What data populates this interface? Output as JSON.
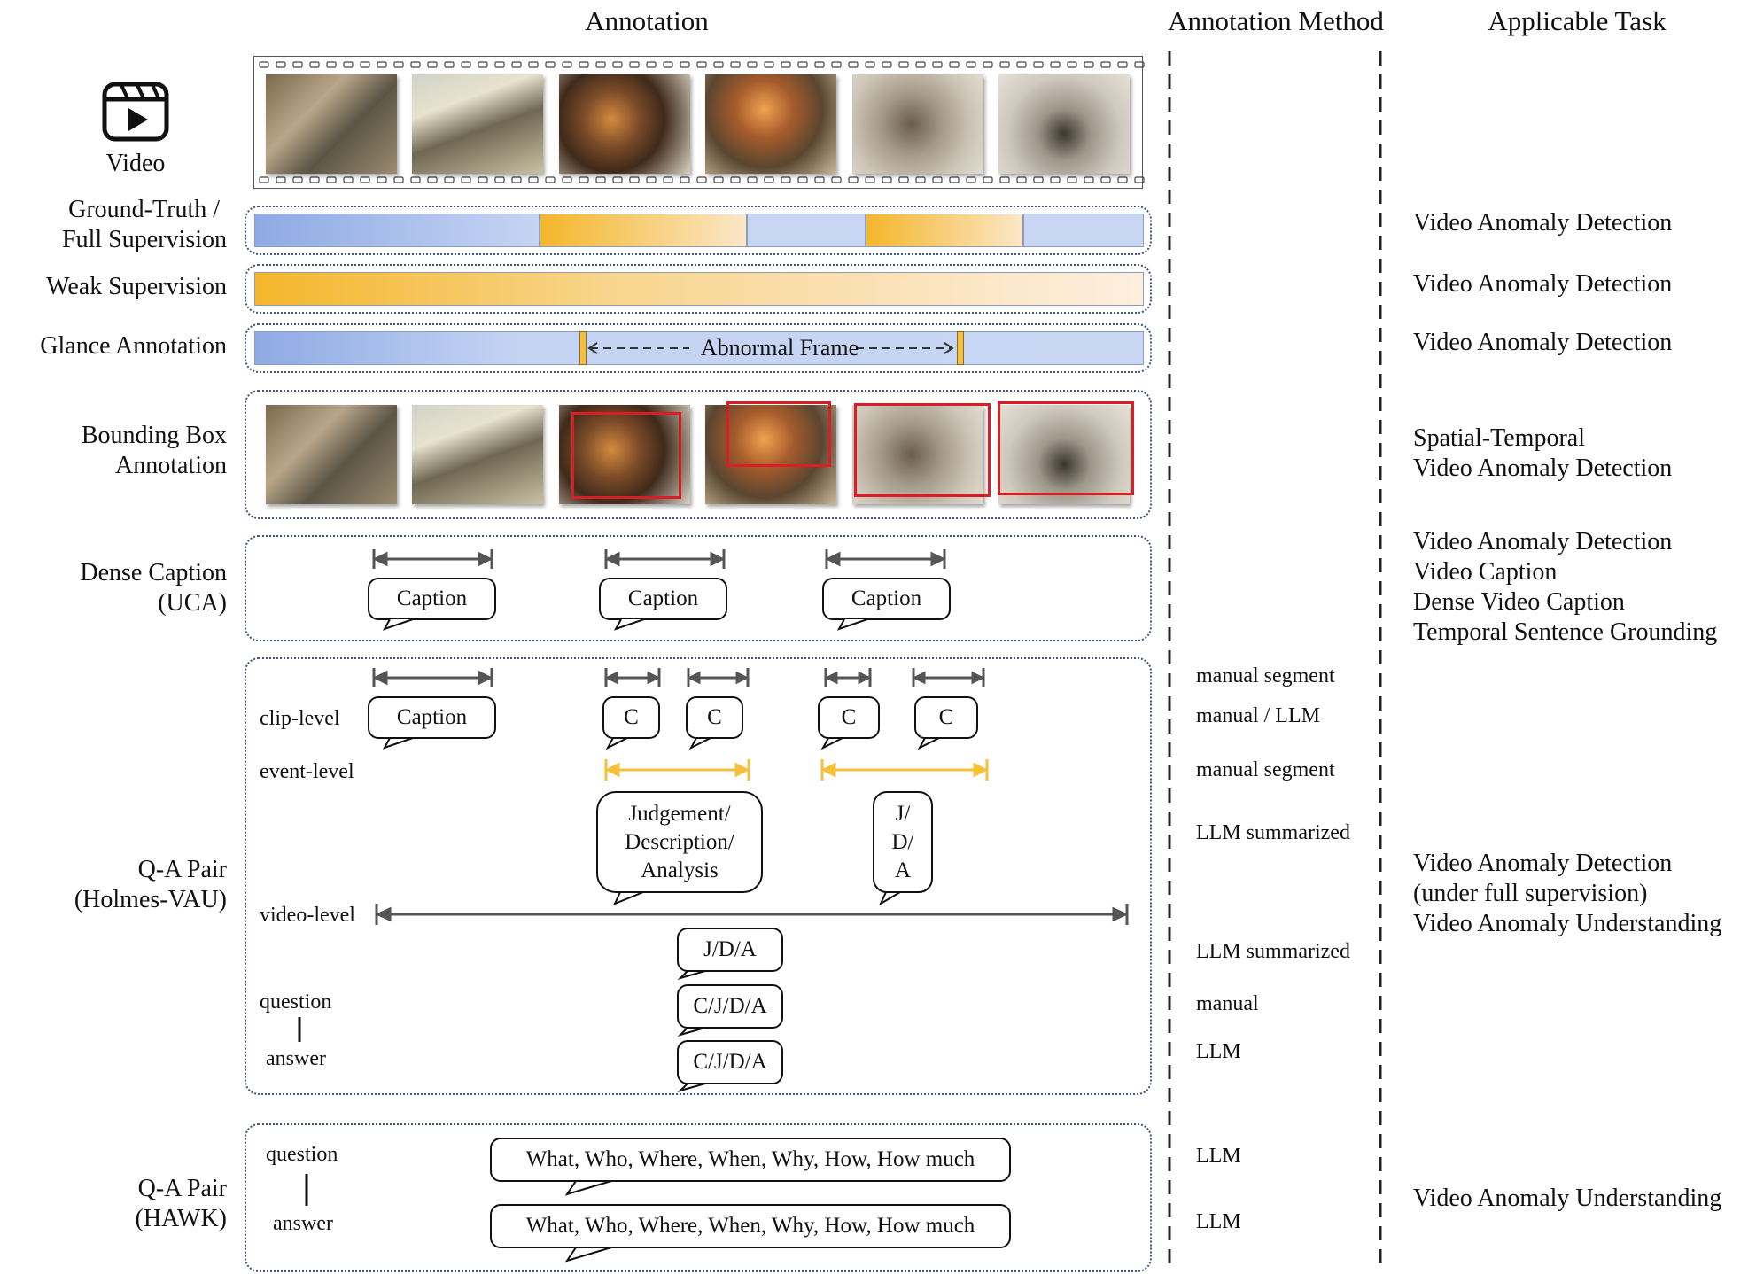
{
  "headers": {
    "annotation": "Annotation",
    "method": "Annotation Method",
    "task": "Applicable Task"
  },
  "rows": {
    "video": "Video",
    "gt_line1": "Ground-Truth /",
    "gt_line2": "Full Supervision",
    "weak": "Weak Supervision",
    "glance": "Glance Annotation",
    "bbox_line1": "Bounding Box",
    "bbox_line2": "Annotation",
    "dense_line1": "Dense Caption",
    "dense_line2": "(UCA)",
    "holmes_line1": "Q-A Pair",
    "holmes_line2": "(Holmes-VAU)",
    "hawk_line1": "Q-A Pair",
    "hawk_line2": "(HAWK)"
  },
  "glance": {
    "label": "Abnormal Frame"
  },
  "dense": {
    "captions": [
      "Caption",
      "Caption",
      "Caption"
    ]
  },
  "holmes": {
    "clip_level": "clip-level",
    "event_level": "event-level",
    "video_level": "video-level",
    "question": "question",
    "answer": "answer",
    "clip_caption": "Caption",
    "clip_c": [
      "C",
      "C",
      "C",
      "C"
    ],
    "event_bubble_1": [
      "Judgement/",
      "Description/",
      "Analysis"
    ],
    "event_bubble_2": [
      "J/",
      "D/",
      "A"
    ],
    "video_bubble": "J/D/A",
    "question_bubble": "C/J/D/A",
    "answer_bubble": "C/J/D/A"
  },
  "hawk": {
    "question": "question",
    "answer": "answer",
    "question_bubble": "What, Who, Where, When, Why, How, How much",
    "answer_bubble": "What, Who, Where, When, Why, How, How much"
  },
  "methods": [
    "manual segment",
    "manual / LLM",
    "manual segment",
    "LLM summarized",
    "LLM summarized",
    "manual",
    "LLM",
    "LLM",
    "LLM"
  ],
  "tasks": {
    "gt": "Video Anomaly Detection",
    "weak": "Video Anomaly Detection",
    "glance": "Video Anomaly Detection",
    "bbox_1": "Spatial-Temporal",
    "bbox_2": "Video Anomaly Detection",
    "dense": [
      "Video Anomaly Detection",
      "Video Caption",
      "Dense Video Caption",
      "Temporal Sentence Grounding"
    ],
    "holmes": [
      "Video Anomaly Detection",
      "(under full supervision)",
      "Video Anomaly Understanding"
    ],
    "hawk": "Video Anomaly Understanding"
  },
  "colors": {
    "blue": "#94b0e6",
    "yellow": "#f6bf3c",
    "frame_red": "#d81f26",
    "panel_border": "#3d5579"
  }
}
